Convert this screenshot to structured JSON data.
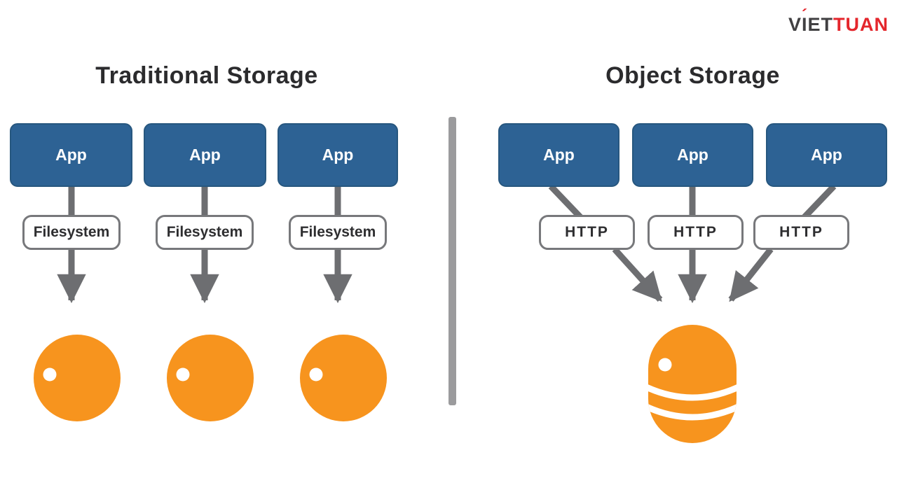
{
  "logo": {
    "part1": "V",
    "accented_letter": "I",
    "accent_mark": "´",
    "part2": "ET",
    "part3": "TUAN",
    "dark_color": "#414042",
    "red_color": "#e4262c"
  },
  "left_panel": {
    "title": "Traditional Storage",
    "app_boxes": [
      "App",
      "App",
      "App"
    ],
    "interface_boxes": [
      "Filesystem",
      "Filesystem",
      "Filesystem"
    ],
    "storage_icons": [
      "disk",
      "disk",
      "disk"
    ]
  },
  "right_panel": {
    "title": "Object Storage",
    "app_boxes": [
      "App",
      "App",
      "App"
    ],
    "interface_boxes": [
      "HTTP",
      "HTTP",
      "HTTP"
    ],
    "storage_icons": [
      "disk-stack"
    ]
  },
  "colors": {
    "app_box_blue": "#2d6294",
    "app_box_border": "#27577f",
    "arrow_gray": "#6d6e71",
    "divider_gray": "#9b9b9d",
    "storage_orange": "#f7941e",
    "interface_box_border": "#77787b",
    "title_text": "#2b2b2d"
  }
}
